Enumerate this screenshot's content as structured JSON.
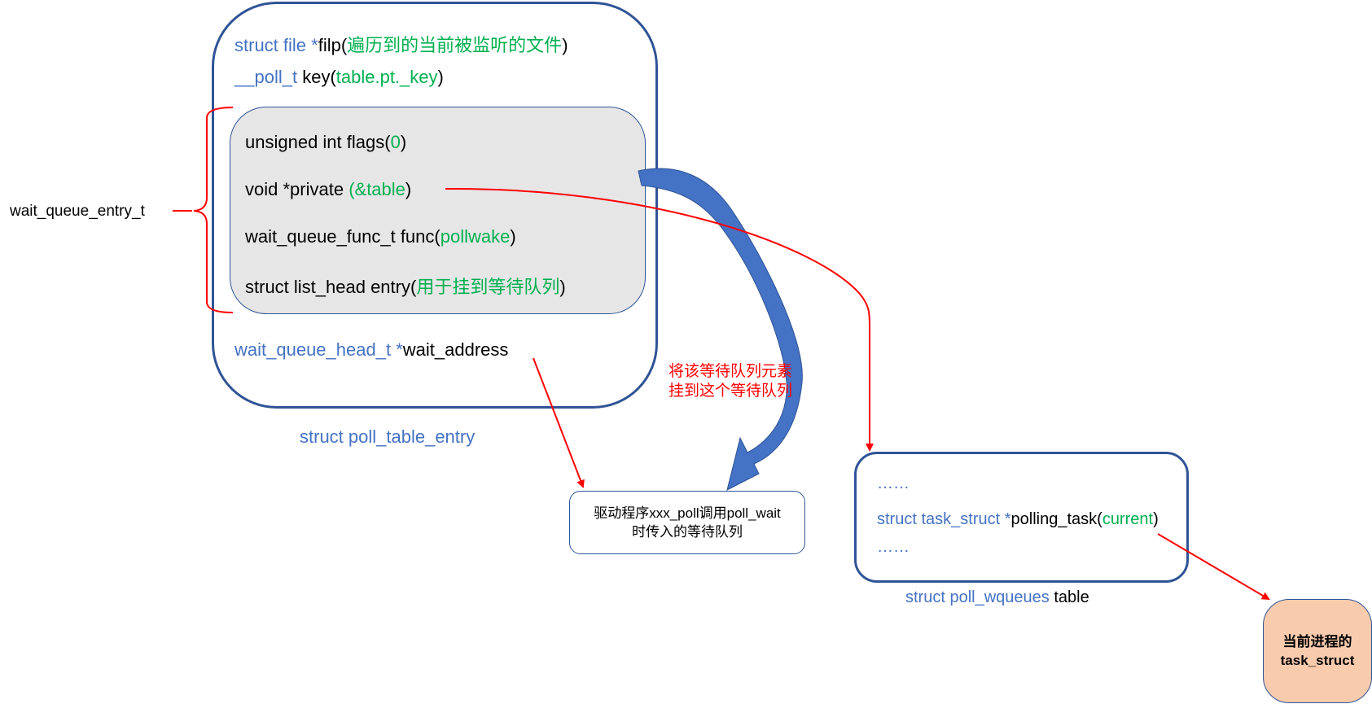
{
  "entry": {
    "filp": {
      "type": "struct file",
      "star": "*",
      "name": "filp",
      "paren_open": "(",
      "desc": "遍历到的当前被监听的文件",
      "paren_close": ")"
    },
    "key": {
      "type": "__poll_t",
      "name": "key",
      "paren_open": "(",
      "value": "table.pt._key",
      "paren_close": ")"
    },
    "wait_entry": {
      "flags": {
        "text": "unsigned int flags",
        "paren_open": "(",
        "value": "0",
        "paren_close": ")"
      },
      "private": {
        "text": "void *private",
        "value": " (&table",
        "paren_close": ")"
      },
      "func": {
        "text": "wait_queue_func_t func",
        "paren_open": "(",
        "value": "pollwake",
        "paren_close": ")"
      },
      "entry": {
        "text": "struct list_head entry",
        "paren_open": "(",
        "value": "用于挂到等待队列",
        "paren_close": ")"
      }
    },
    "wait_address": {
      "type": "wait_queue_head_t",
      "star": "*",
      "name": "wait_address"
    },
    "caption": "struct poll_table_entry"
  },
  "brace_label": "wait_queue_entry_t",
  "annotation": {
    "line1": "将该等待队列元素",
    "line2": "挂到这个等待队列"
  },
  "driver_queue": {
    "line1": "驱动程序xxx_poll调用poll_wait",
    "line2": "时传入的等待队列"
  },
  "table": {
    "ellipsis_top": "……",
    "polling": {
      "type": "struct task_struct",
      "star": "*",
      "name": "polling_task",
      "paren_open": "(",
      "value": "current",
      "paren_close": ")"
    },
    "ellipsis_bottom": "……",
    "caption_type": "struct poll_wqueues",
    "caption_name": "table"
  },
  "task": {
    "line1": "当前进程的",
    "line2": "task_struct"
  },
  "colors": {
    "type_blue": "#4472c4",
    "value_green": "#00b050",
    "arrow_red": "#ff0000",
    "box_border": "#2f5496",
    "inner_fill": "#e6e6e6",
    "task_fill": "#f8cbad",
    "curve_arrow": "#4472c4"
  }
}
